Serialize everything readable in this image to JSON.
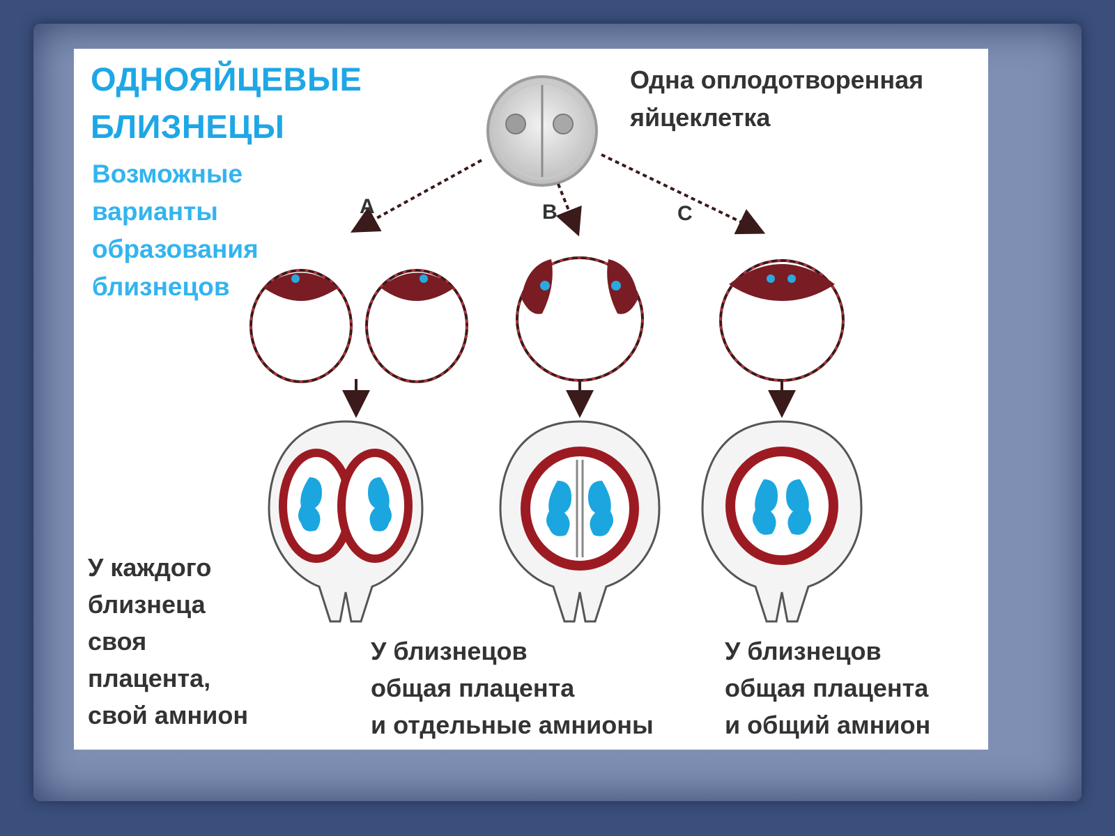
{
  "title": "ОДНОЯЙЦЕВЫЕ\nБЛИЗНЕЦЫ",
  "subtitle": "Возможные\nварианты\nобразования\nблизнецов",
  "egg_caption": "Одна оплодотворенная\nяйцеклетка",
  "variants": [
    {
      "letter": "A",
      "caption": "У каждого\nблизнеца\nсвоя\nплацента,\nсвой амнион"
    },
    {
      "letter": "B",
      "caption": "У близнецов\nобщая плацента\nи отдельные амнионы"
    },
    {
      "letter": "C",
      "caption": "У близнецов\nобщая плацента\nи общий амнион"
    }
  ],
  "colors": {
    "title": "#1ea7e6",
    "membrane_red": "#9c1b22",
    "embryo_blue": "#1ba6e0",
    "text_dark": "#333333",
    "background": "#3b4f7c"
  }
}
